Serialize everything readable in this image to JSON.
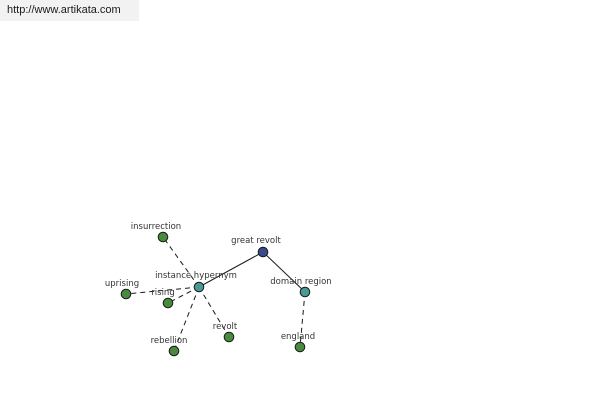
{
  "banner": {
    "url_text": "http://www.artikata.com"
  },
  "colors": {
    "root": "#3b4a8c",
    "relation": "#4a9a94",
    "leaf": "#4a8a3e",
    "edge": "#1a1a1a"
  },
  "graph": {
    "nodes": [
      {
        "id": "root",
        "label": "great revolt",
        "kind": "root"
      },
      {
        "id": "hypernym",
        "label": "instance hypernym",
        "kind": "relation"
      },
      {
        "id": "domain",
        "label": "domain region",
        "kind": "relation"
      },
      {
        "id": "insurrection",
        "label": "insurrection",
        "kind": "leaf"
      },
      {
        "id": "uprising",
        "label": "uprising",
        "kind": "leaf"
      },
      {
        "id": "rising",
        "label": "rising",
        "kind": "leaf"
      },
      {
        "id": "rebellion",
        "label": "rebellion",
        "kind": "leaf"
      },
      {
        "id": "revolt",
        "label": "revolt",
        "kind": "leaf"
      },
      {
        "id": "england",
        "label": "england",
        "kind": "leaf"
      }
    ],
    "edges": [
      {
        "from": "root",
        "to": "hypernym",
        "style": "solid"
      },
      {
        "from": "root",
        "to": "domain",
        "style": "solid"
      },
      {
        "from": "hypernym",
        "to": "insurrection",
        "style": "dashed"
      },
      {
        "from": "hypernym",
        "to": "uprising",
        "style": "dashed"
      },
      {
        "from": "hypernym",
        "to": "rising",
        "style": "dashed"
      },
      {
        "from": "hypernym",
        "to": "rebellion",
        "style": "dashed"
      },
      {
        "from": "hypernym",
        "to": "revolt",
        "style": "dashed"
      },
      {
        "from": "domain",
        "to": "england",
        "style": "dashed"
      }
    ]
  }
}
